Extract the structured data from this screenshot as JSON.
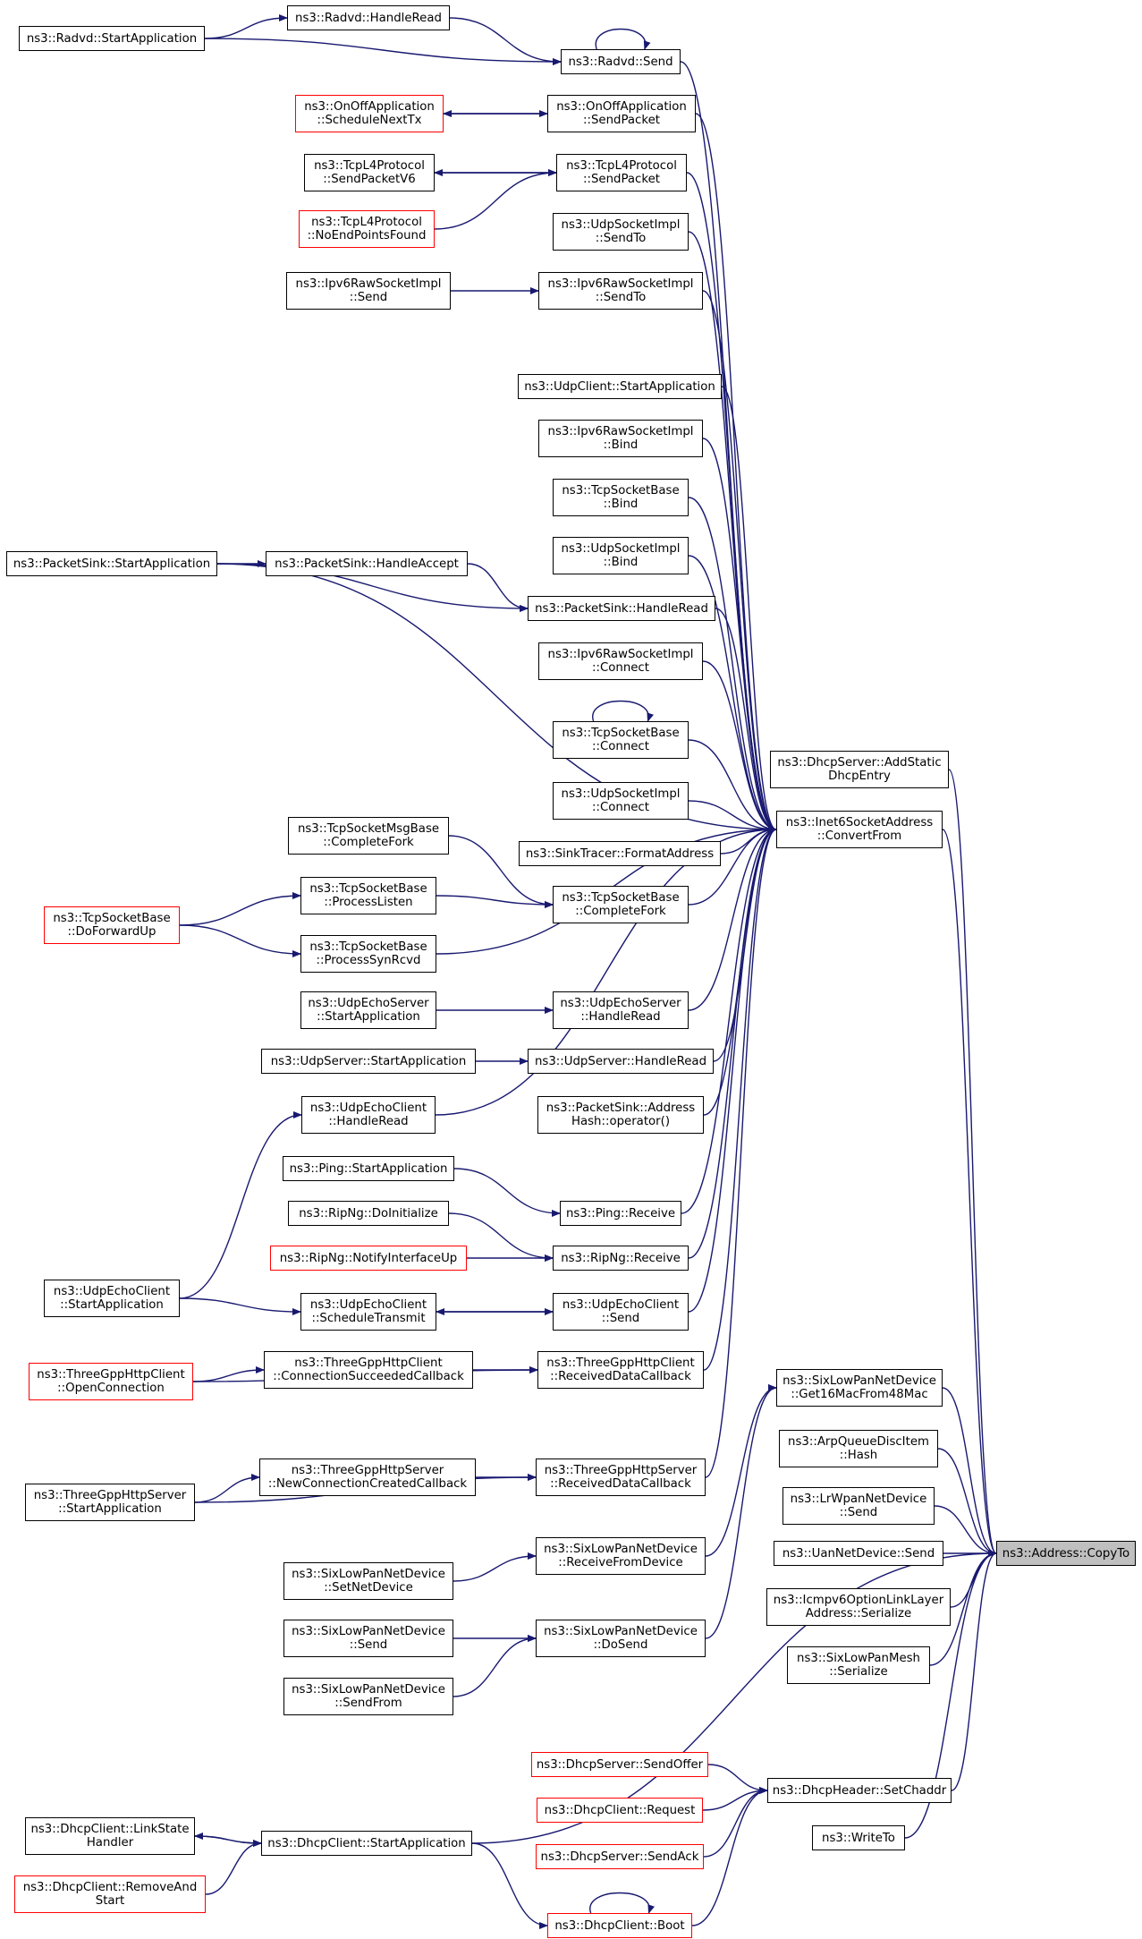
{
  "title": "",
  "colors": {
    "edge": "#191970",
    "node_border": "#000000",
    "truncated_border": "#ff0000",
    "focus_fill": "#bfbfbf"
  },
  "nodes": [
    {
      "id": "copyto",
      "lines": [
        "ns3::Address::CopyTo"
      ],
      "style": "focus"
    },
    {
      "id": "convertfrom",
      "lines": [
        "ns3::Inet6SocketAddress",
        "::ConvertFrom"
      ]
    },
    {
      "id": "addstatic",
      "lines": [
        "ns3::DhcpServer::AddStatic",
        "DhcpEntry"
      ]
    },
    {
      "id": "get16mac",
      "lines": [
        "ns3::SixLowPanNetDevice",
        "::Get16MacFrom48Mac"
      ]
    },
    {
      "id": "arphash",
      "lines": [
        "ns3::ArpQueueDiscItem",
        "::Hash"
      ]
    },
    {
      "id": "lrwpansend",
      "lines": [
        "ns3::LrWpanNetDevice",
        "::Send"
      ]
    },
    {
      "id": "uansend",
      "lines": [
        "ns3::UanNetDevice::Send"
      ]
    },
    {
      "id": "icmpser",
      "lines": [
        "ns3::Icmpv6OptionLinkLayer",
        "Address::Serialize"
      ]
    },
    {
      "id": "meshser",
      "lines": [
        "ns3::SixLowPanMesh",
        "::Serialize"
      ]
    },
    {
      "id": "setchaddr",
      "lines": [
        "ns3::DhcpHeader::SetChaddr"
      ]
    },
    {
      "id": "writeto",
      "lines": [
        "ns3::WriteTo"
      ]
    },
    {
      "id": "radvdsend",
      "lines": [
        "ns3::Radvd::Send"
      ]
    },
    {
      "id": "radvdread",
      "lines": [
        "ns3::Radvd::HandleRead"
      ]
    },
    {
      "id": "radvdstart",
      "lines": [
        "ns3::Radvd::StartApplication"
      ]
    },
    {
      "id": "onoffsend",
      "lines": [
        "ns3::OnOffApplication",
        "::SendPacket"
      ]
    },
    {
      "id": "onoffsched",
      "lines": [
        "ns3::OnOffApplication",
        "::ScheduleNextTx"
      ],
      "style": "red"
    },
    {
      "id": "tcpl4send",
      "lines": [
        "ns3::TcpL4Protocol",
        "::SendPacket"
      ]
    },
    {
      "id": "tcpl4v6",
      "lines": [
        "ns3::TcpL4Protocol",
        "::SendPacketV6"
      ]
    },
    {
      "id": "tcpl4noend",
      "lines": [
        "ns3::TcpL4Protocol",
        "::NoEndPointsFound"
      ],
      "style": "red"
    },
    {
      "id": "udpsendto",
      "lines": [
        "ns3::UdpSocketImpl",
        "::SendTo"
      ]
    },
    {
      "id": "ipv6rawsendto",
      "lines": [
        "ns3::Ipv6RawSocketImpl",
        "::SendTo"
      ]
    },
    {
      "id": "ipv6rawsend",
      "lines": [
        "ns3::Ipv6RawSocketImpl",
        "::Send"
      ]
    },
    {
      "id": "udpclientstart",
      "lines": [
        "ns3::UdpClient::StartApplication"
      ]
    },
    {
      "id": "ipv6rawbind",
      "lines": [
        "ns3::Ipv6RawSocketImpl",
        "::Bind"
      ]
    },
    {
      "id": "tcpbind",
      "lines": [
        "ns3::TcpSocketBase",
        "::Bind"
      ]
    },
    {
      "id": "udpbind",
      "lines": [
        "ns3::UdpSocketImpl",
        "::Bind"
      ]
    },
    {
      "id": "pktsinkstart",
      "lines": [
        "ns3::PacketSink::StartApplication"
      ]
    },
    {
      "id": "pktsinkaccept",
      "lines": [
        "ns3::PacketSink::HandleAccept"
      ]
    },
    {
      "id": "pktsinkread",
      "lines": [
        "ns3::PacketSink::HandleRead"
      ]
    },
    {
      "id": "ipv6rawconn",
      "lines": [
        "ns3::Ipv6RawSocketImpl",
        "::Connect"
      ]
    },
    {
      "id": "tcpconn",
      "lines": [
        "ns3::TcpSocketBase",
        "::Connect"
      ]
    },
    {
      "id": "udpconn",
      "lines": [
        "ns3::UdpSocketImpl",
        "::Connect"
      ]
    },
    {
      "id": "sinktracer",
      "lines": [
        "ns3::SinkTracer::FormatAddress"
      ]
    },
    {
      "id": "tcpmsgfork",
      "lines": [
        "ns3::TcpSocketMsgBase",
        "::CompleteFork"
      ]
    },
    {
      "id": "tcplisten",
      "lines": [
        "ns3::TcpSocketBase",
        "::ProcessListen"
      ]
    },
    {
      "id": "tcpfork",
      "lines": [
        "ns3::TcpSocketBase",
        "::CompleteFork"
      ]
    },
    {
      "id": "tcpfwd",
      "lines": [
        "ns3::TcpSocketBase",
        "::DoForwardUp"
      ],
      "style": "red"
    },
    {
      "id": "tcpsynrcvd",
      "lines": [
        "ns3::TcpSocketBase",
        "::ProcessSynRcvd"
      ]
    },
    {
      "id": "echoserverstart",
      "lines": [
        "ns3::UdpEchoServer",
        "::StartApplication"
      ]
    },
    {
      "id": "echoserverread",
      "lines": [
        "ns3::UdpEchoServer",
        "::HandleRead"
      ]
    },
    {
      "id": "udpserverstart",
      "lines": [
        "ns3::UdpServer::StartApplication"
      ]
    },
    {
      "id": "udpserverread",
      "lines": [
        "ns3::UdpServer::HandleRead"
      ]
    },
    {
      "id": "pktsinkhash",
      "lines": [
        "ns3::PacketSink::Address",
        "Hash::operator()"
      ]
    },
    {
      "id": "echoclientread",
      "lines": [
        "ns3::UdpEchoClient",
        "::HandleRead"
      ]
    },
    {
      "id": "pingstart",
      "lines": [
        "ns3::Ping::StartApplication"
      ]
    },
    {
      "id": "pingrecv",
      "lines": [
        "ns3::Ping::Receive"
      ]
    },
    {
      "id": "ripinit",
      "lines": [
        "ns3::RipNg::DoInitialize"
      ]
    },
    {
      "id": "ripnotify",
      "lines": [
        "ns3::RipNg::NotifyInterfaceUp"
      ],
      "style": "red"
    },
    {
      "id": "riprecv",
      "lines": [
        "ns3::RipNg::Receive"
      ]
    },
    {
      "id": "echoclientstart",
      "lines": [
        "ns3::UdpEchoClient",
        "::StartApplication"
      ]
    },
    {
      "id": "echoclientsched",
      "lines": [
        "ns3::UdpEchoClient",
        "::ScheduleTransmit"
      ]
    },
    {
      "id": "echoclientsend",
      "lines": [
        "ns3::UdpEchoClient",
        "::Send"
      ]
    },
    {
      "id": "httpopen",
      "lines": [
        "ns3::ThreeGppHttpClient",
        "::OpenConnection"
      ],
      "style": "red"
    },
    {
      "id": "httpconnok",
      "lines": [
        "ns3::ThreeGppHttpClient",
        "::ConnectionSucceededCallback"
      ]
    },
    {
      "id": "httpclientrecv",
      "lines": [
        "ns3::ThreeGppHttpClient",
        "::ReceivedDataCallback"
      ]
    },
    {
      "id": "httpserverstart",
      "lines": [
        "ns3::ThreeGppHttpServer",
        "::StartApplication"
      ]
    },
    {
      "id": "httpnewconn",
      "lines": [
        "ns3::ThreeGppHttpServer",
        "::NewConnectionCreatedCallback"
      ]
    },
    {
      "id": "httpserverrecv",
      "lines": [
        "ns3::ThreeGppHttpServer",
        "::ReceivedDataCallback"
      ]
    },
    {
      "id": "sixsetnet",
      "lines": [
        "ns3::SixLowPanNetDevice",
        "::SetNetDevice"
      ]
    },
    {
      "id": "sixrecv",
      "lines": [
        "ns3::SixLowPanNetDevice",
        "::ReceiveFromDevice"
      ]
    },
    {
      "id": "sixsend",
      "lines": [
        "ns3::SixLowPanNetDevice",
        "::Send"
      ]
    },
    {
      "id": "sixsendfrom",
      "lines": [
        "ns3::SixLowPanNetDevice",
        "::SendFrom"
      ]
    },
    {
      "id": "sixdosend",
      "lines": [
        "ns3::SixLowPanNetDevice",
        "::DoSend"
      ]
    },
    {
      "id": "dhcpoffer",
      "lines": [
        "ns3::DhcpServer::SendOffer"
      ],
      "style": "red"
    },
    {
      "id": "dhcprequest",
      "lines": [
        "ns3::DhcpClient::Request"
      ],
      "style": "red"
    },
    {
      "id": "dhcpack",
      "lines": [
        "ns3::DhcpServer::SendAck"
      ],
      "style": "red"
    },
    {
      "id": "dhcpboot",
      "lines": [
        "ns3::DhcpClient::Boot"
      ],
      "style": "red"
    },
    {
      "id": "dhcpclientstart",
      "lines": [
        "ns3::DhcpClient::StartApplication"
      ]
    },
    {
      "id": "dhcplinkstate",
      "lines": [
        "ns3::DhcpClient::LinkState",
        "Handler"
      ]
    },
    {
      "id": "dhcpremove",
      "lines": [
        "ns3::DhcpClient::RemoveAnd",
        "Start"
      ],
      "style": "red"
    }
  ],
  "edges": [
    [
      "convertfrom",
      "copyto"
    ],
    [
      "addstatic",
      "copyto"
    ],
    [
      "get16mac",
      "copyto"
    ],
    [
      "arphash",
      "copyto"
    ],
    [
      "lrwpansend",
      "copyto"
    ],
    [
      "uansend",
      "copyto"
    ],
    [
      "icmpser",
      "copyto"
    ],
    [
      "meshser",
      "copyto"
    ],
    [
      "setchaddr",
      "copyto"
    ],
    [
      "writeto",
      "copyto"
    ],
    [
      "dhcpclientstart",
      "copyto"
    ],
    [
      "radvdsend",
      "convertfrom"
    ],
    [
      "onoffsend",
      "convertfrom"
    ],
    [
      "tcpl4send",
      "convertfrom"
    ],
    [
      "udpsendto",
      "convertfrom"
    ],
    [
      "ipv6rawsendto",
      "convertfrom"
    ],
    [
      "pktsinkstart",
      "convertfrom"
    ],
    [
      "udpclientstart",
      "convertfrom"
    ],
    [
      "ipv6rawbind",
      "convertfrom"
    ],
    [
      "tcpbind",
      "convertfrom"
    ],
    [
      "udpbind",
      "convertfrom"
    ],
    [
      "pktsinkread",
      "convertfrom"
    ],
    [
      "ipv6rawconn",
      "convertfrom"
    ],
    [
      "tcpconn",
      "convertfrom"
    ],
    [
      "udpconn",
      "convertfrom"
    ],
    [
      "sinktracer",
      "convertfrom"
    ],
    [
      "tcpfork",
      "convertfrom"
    ],
    [
      "tcpsynrcvd",
      "convertfrom"
    ],
    [
      "echoserverread",
      "convertfrom"
    ],
    [
      "udpserverread",
      "convertfrom"
    ],
    [
      "pktsinkhash",
      "convertfrom"
    ],
    [
      "echoclientread",
      "convertfrom"
    ],
    [
      "pingrecv",
      "convertfrom"
    ],
    [
      "riprecv",
      "convertfrom"
    ],
    [
      "echoclientsend",
      "convertfrom"
    ],
    [
      "httpclientrecv",
      "convertfrom"
    ],
    [
      "httpserverrecv",
      "convertfrom"
    ],
    [
      "radvdread",
      "radvdsend"
    ],
    [
      "radvdstart",
      "radvdread"
    ],
    [
      "radvdstart",
      "radvdsend"
    ],
    [
      "radvdsend",
      "radvdsend"
    ],
    [
      "onoffsend",
      "onoffsched"
    ],
    [
      "onoffsched",
      "onoffsend"
    ],
    [
      "tcpl4send",
      "tcpl4v6"
    ],
    [
      "tcpl4v6",
      "tcpl4send"
    ],
    [
      "tcpl4noend",
      "tcpl4send"
    ],
    [
      "ipv6rawsend",
      "ipv6rawsendto"
    ],
    [
      "pktsinkstart",
      "pktsinkaccept"
    ],
    [
      "pktsinkaccept",
      "pktsinkread"
    ],
    [
      "pktsinkstart",
      "pktsinkread"
    ],
    [
      "tcpconn",
      "tcpconn"
    ],
    [
      "tcpmsgfork",
      "tcpfork"
    ],
    [
      "tcplisten",
      "tcpfork"
    ],
    [
      "tcpfwd",
      "tcplisten"
    ],
    [
      "tcpfwd",
      "tcpsynrcvd"
    ],
    [
      "echoserverstart",
      "echoserverread"
    ],
    [
      "udpserverstart",
      "udpserverread"
    ],
    [
      "echoclientstart",
      "echoclientread"
    ],
    [
      "pingstart",
      "pingrecv"
    ],
    [
      "ripinit",
      "riprecv"
    ],
    [
      "ripnotify",
      "riprecv"
    ],
    [
      "echoclientstart",
      "echoclientsched"
    ],
    [
      "echoclientsched",
      "echoclientsend"
    ],
    [
      "echoclientsend",
      "echoclientsched"
    ],
    [
      "httpopen",
      "httpconnok"
    ],
    [
      "httpconnok",
      "httpclientrecv"
    ],
    [
      "httpopen",
      "httpclientrecv"
    ],
    [
      "httpserverstart",
      "httpnewconn"
    ],
    [
      "httpnewconn",
      "httpserverrecv"
    ],
    [
      "httpserverstart",
      "httpserverrecv"
    ],
    [
      "sixrecv",
      "get16mac"
    ],
    [
      "sixdosend",
      "get16mac"
    ],
    [
      "sixsetnet",
      "sixrecv"
    ],
    [
      "sixsend",
      "sixdosend"
    ],
    [
      "sixsendfrom",
      "sixdosend"
    ],
    [
      "dhcpoffer",
      "setchaddr"
    ],
    [
      "dhcprequest",
      "setchaddr"
    ],
    [
      "dhcpack",
      "setchaddr"
    ],
    [
      "dhcpboot",
      "setchaddr"
    ],
    [
      "dhcpclientstart",
      "dhcplinkstate"
    ],
    [
      "dhcplinkstate",
      "dhcpclientstart"
    ],
    [
      "dhcpremove",
      "dhcpclientstart"
    ],
    [
      "dhcpclientstart",
      "dhcpboot"
    ],
    [
      "dhcpboot",
      "dhcpboot"
    ]
  ]
}
